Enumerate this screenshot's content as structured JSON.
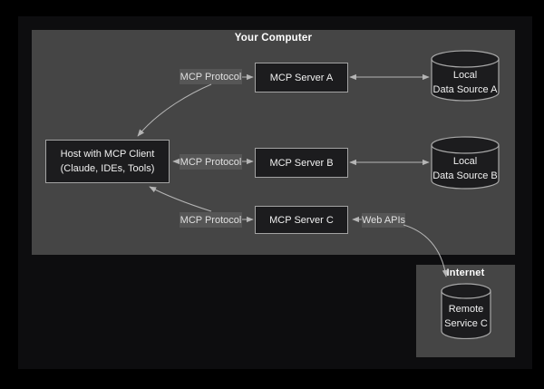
{
  "diagram": {
    "your_computer": {
      "title": "Your Computer"
    },
    "internet": {
      "title": "Internet"
    },
    "host": {
      "line1": "Host with MCP Client",
      "line2": "(Claude, IDEs, Tools)"
    },
    "servers": [
      {
        "label": "MCP Server A"
      },
      {
        "label": "MCP Server B"
      },
      {
        "label": "MCP Server C"
      }
    ],
    "data_sources": [
      {
        "line1": "Local",
        "line2": "Data Source A"
      },
      {
        "line1": "Local",
        "line2": "Data Source B"
      }
    ],
    "remote_service": {
      "line1": "Remote",
      "line2": "Service C"
    },
    "edge_labels": {
      "mcp_protocol_a": "MCP Protocol",
      "mcp_protocol_b": "MCP Protocol",
      "mcp_protocol_c": "MCP Protocol",
      "web_apis": "Web APIs"
    },
    "colors": {
      "background": "#000000",
      "panel": "#0d0d0f",
      "group_fill": "#454545",
      "node_fill": "#1c1c1e",
      "node_border": "#a3a3a3",
      "edge": "#b5b5b5",
      "edge_label_bg": "#565656",
      "text": "#f0f0f0"
    }
  }
}
